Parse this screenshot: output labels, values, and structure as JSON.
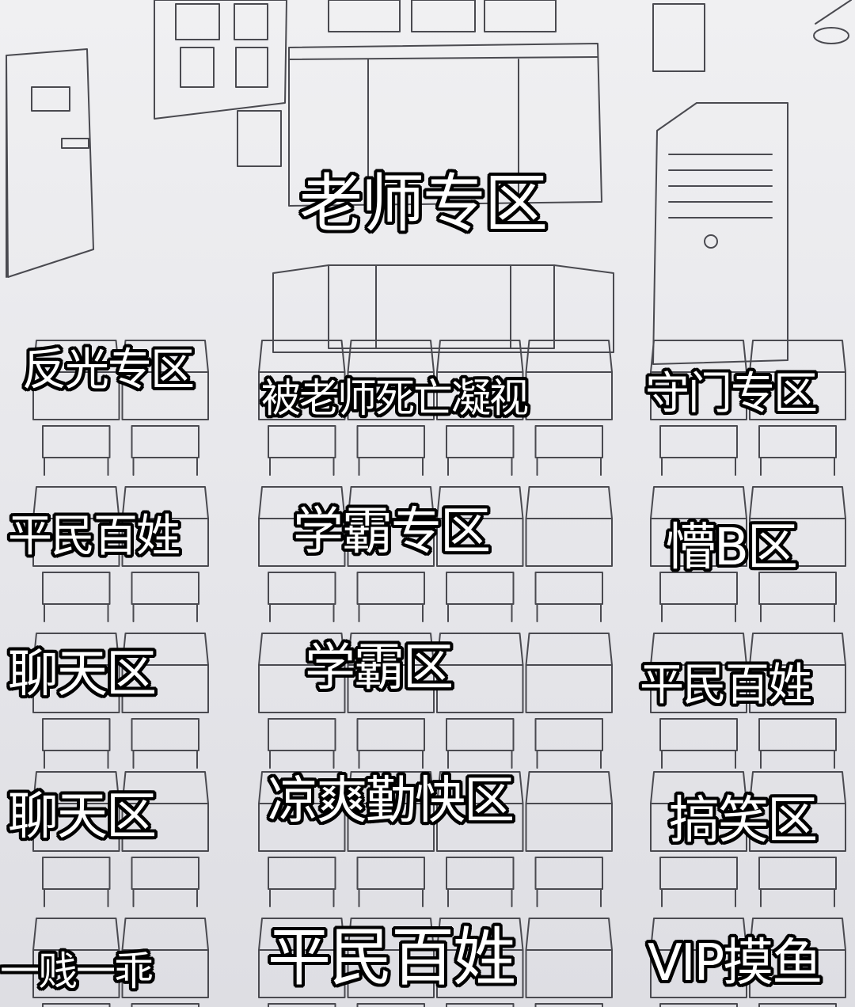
{
  "zones": {
    "teacher": "老师专区",
    "glare": "反光专区",
    "death_stare": "被老师死亡凝视",
    "goalkeeper": "守门专区",
    "commoner_1": "平民百姓",
    "top_student_zone": "学霸专区",
    "confused": "懵B区",
    "chat_1": "聊天区",
    "top_student": "学霸区",
    "commoner_2": "平民百姓",
    "chat_2": "聊天区",
    "cool_diligent": "凉爽勤快区",
    "funny": "搞笑区",
    "half_good": "一贱一乖",
    "commoner_3": "平民百姓",
    "vip_slack": "VIP摸鱼"
  }
}
